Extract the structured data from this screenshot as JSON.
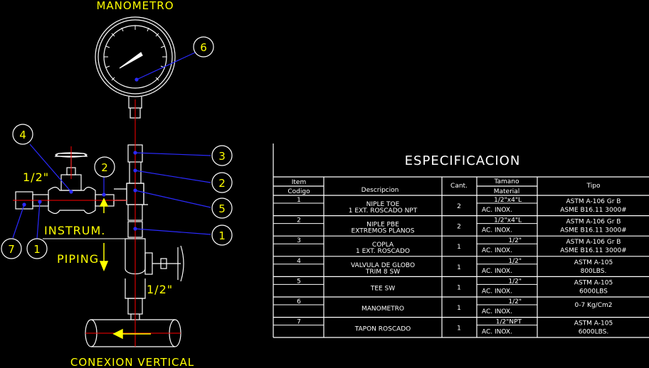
{
  "drawing": {
    "title_top": "MANOMETRO",
    "title_bottom": "CONEXION  VERTICAL",
    "label_instrum": "INSTRUM.",
    "label_piping": "PIPING",
    "dim_upper": "1/2\"",
    "dim_lower": "1/2\"",
    "callouts": [
      "6",
      "4",
      "2",
      "3",
      "2",
      "5",
      "1",
      "7",
      "1"
    ],
    "colors": {
      "background": "#000000",
      "line": "#ffffff",
      "text": "#ffff00",
      "leader": "#0000ff",
      "centerline": "#ff0000"
    }
  },
  "spec_table": {
    "title": "ESPECIFICACION",
    "headers": {
      "item": "Item",
      "codigo": "Codigo",
      "descripcion": "Descripcion",
      "cant": "Cant.",
      "tamano": "Tamano",
      "material": "Material",
      "tipo": "Tipo"
    },
    "rows": [
      {
        "item": "1",
        "desc1": "NIPLE TOE",
        "desc2": "1 EXT. ROSCADO NPT",
        "cant": "2",
        "size": "1/2\"x4\"L",
        "material": "AC. INOX.",
        "tipo1": "ASTM A-106 Gr B",
        "tipo2": "ASME B16.11 3000#"
      },
      {
        "item": "2",
        "desc1": "NIPLE PBE",
        "desc2": "EXTREMOS PLANOS",
        "cant": "2",
        "size": "1/2\"x4\"L",
        "material": "AC. INOX.",
        "tipo1": "ASTM A-106 Gr B",
        "tipo2": "ASME B16.11 3000#"
      },
      {
        "item": "3",
        "desc1": "COPLA",
        "desc2": "1 EXT. ROSCADO",
        "cant": "1",
        "size": "1/2\"",
        "material": "AC. INOX.",
        "tipo1": "ASTM A-106 Gr B",
        "tipo2": "ASME B16.11 3000#"
      },
      {
        "item": "4",
        "desc1": "VALVULA DE GLOBO",
        "desc2": "TRIM 8 SW",
        "cant": "1",
        "size": "1/2\"",
        "material": "AC. INOX.",
        "tipo1": "ASTM A-105",
        "tipo2": "800LBS."
      },
      {
        "item": "5",
        "desc1": "TEE SW",
        "desc2": "",
        "cant": "1",
        "size": "1/2\"",
        "material": "AC. INOX.",
        "tipo1": "ASTM A-105",
        "tipo2": "6000LBS"
      },
      {
        "item": "6",
        "desc1": "MANOMETRO",
        "desc2": "",
        "cant": "1",
        "size": "1/2\"",
        "material": "AC. INOX.",
        "tipo1": "0-7 Kg/Cm2",
        "tipo2": ""
      },
      {
        "item": "7",
        "desc1": "TAPON ROSCADO",
        "desc2": "",
        "cant": "1",
        "size": "1/2\"NPT",
        "material": "AC. INOX.",
        "tipo1": "ASTM A-105",
        "tipo2": "6000LBS."
      }
    ]
  }
}
